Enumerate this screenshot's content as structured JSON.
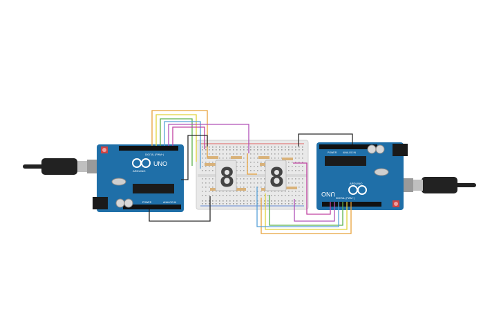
{
  "canvas": {
    "background": "#ffffff"
  },
  "boards": {
    "left": {
      "brand": "ARDUINO",
      "model": "UNO",
      "power_label": "POWER",
      "analog_label": "ANALOG IN",
      "digital_label": "DIGITAL (PWM~)",
      "board_color": "#1f6fa8"
    },
    "right": {
      "brand": "ARDUINO",
      "model": "UNO",
      "power_label": "POWER",
      "analog_label": "ANALOG IN",
      "digital_label": "DIGITAL (PWM~)",
      "board_color": "#1f6fa8"
    }
  },
  "displays": {
    "left": {
      "digit": "8",
      "segment_color": "#444444"
    },
    "right": {
      "digit": "8",
      "segment_color": "#444444"
    }
  },
  "colors": {
    "breadboard": "#e9e9e9",
    "breadboard_rail_red": "#d33",
    "breadboard_rail_blue": "#36c",
    "usb_cable": "#222222",
    "usb_plug_metal": "#bfbfbf",
    "wire_orange": "#e8a23a",
    "wire_yellow": "#e0d23a",
    "wire_green": "#5ab04a",
    "wire_blue": "#56a0d8",
    "wire_purple": "#b050b8",
    "wire_black": "#2a2a2a",
    "wire_magenta": "#c040a0",
    "resistor_body": "#d9b27a"
  }
}
